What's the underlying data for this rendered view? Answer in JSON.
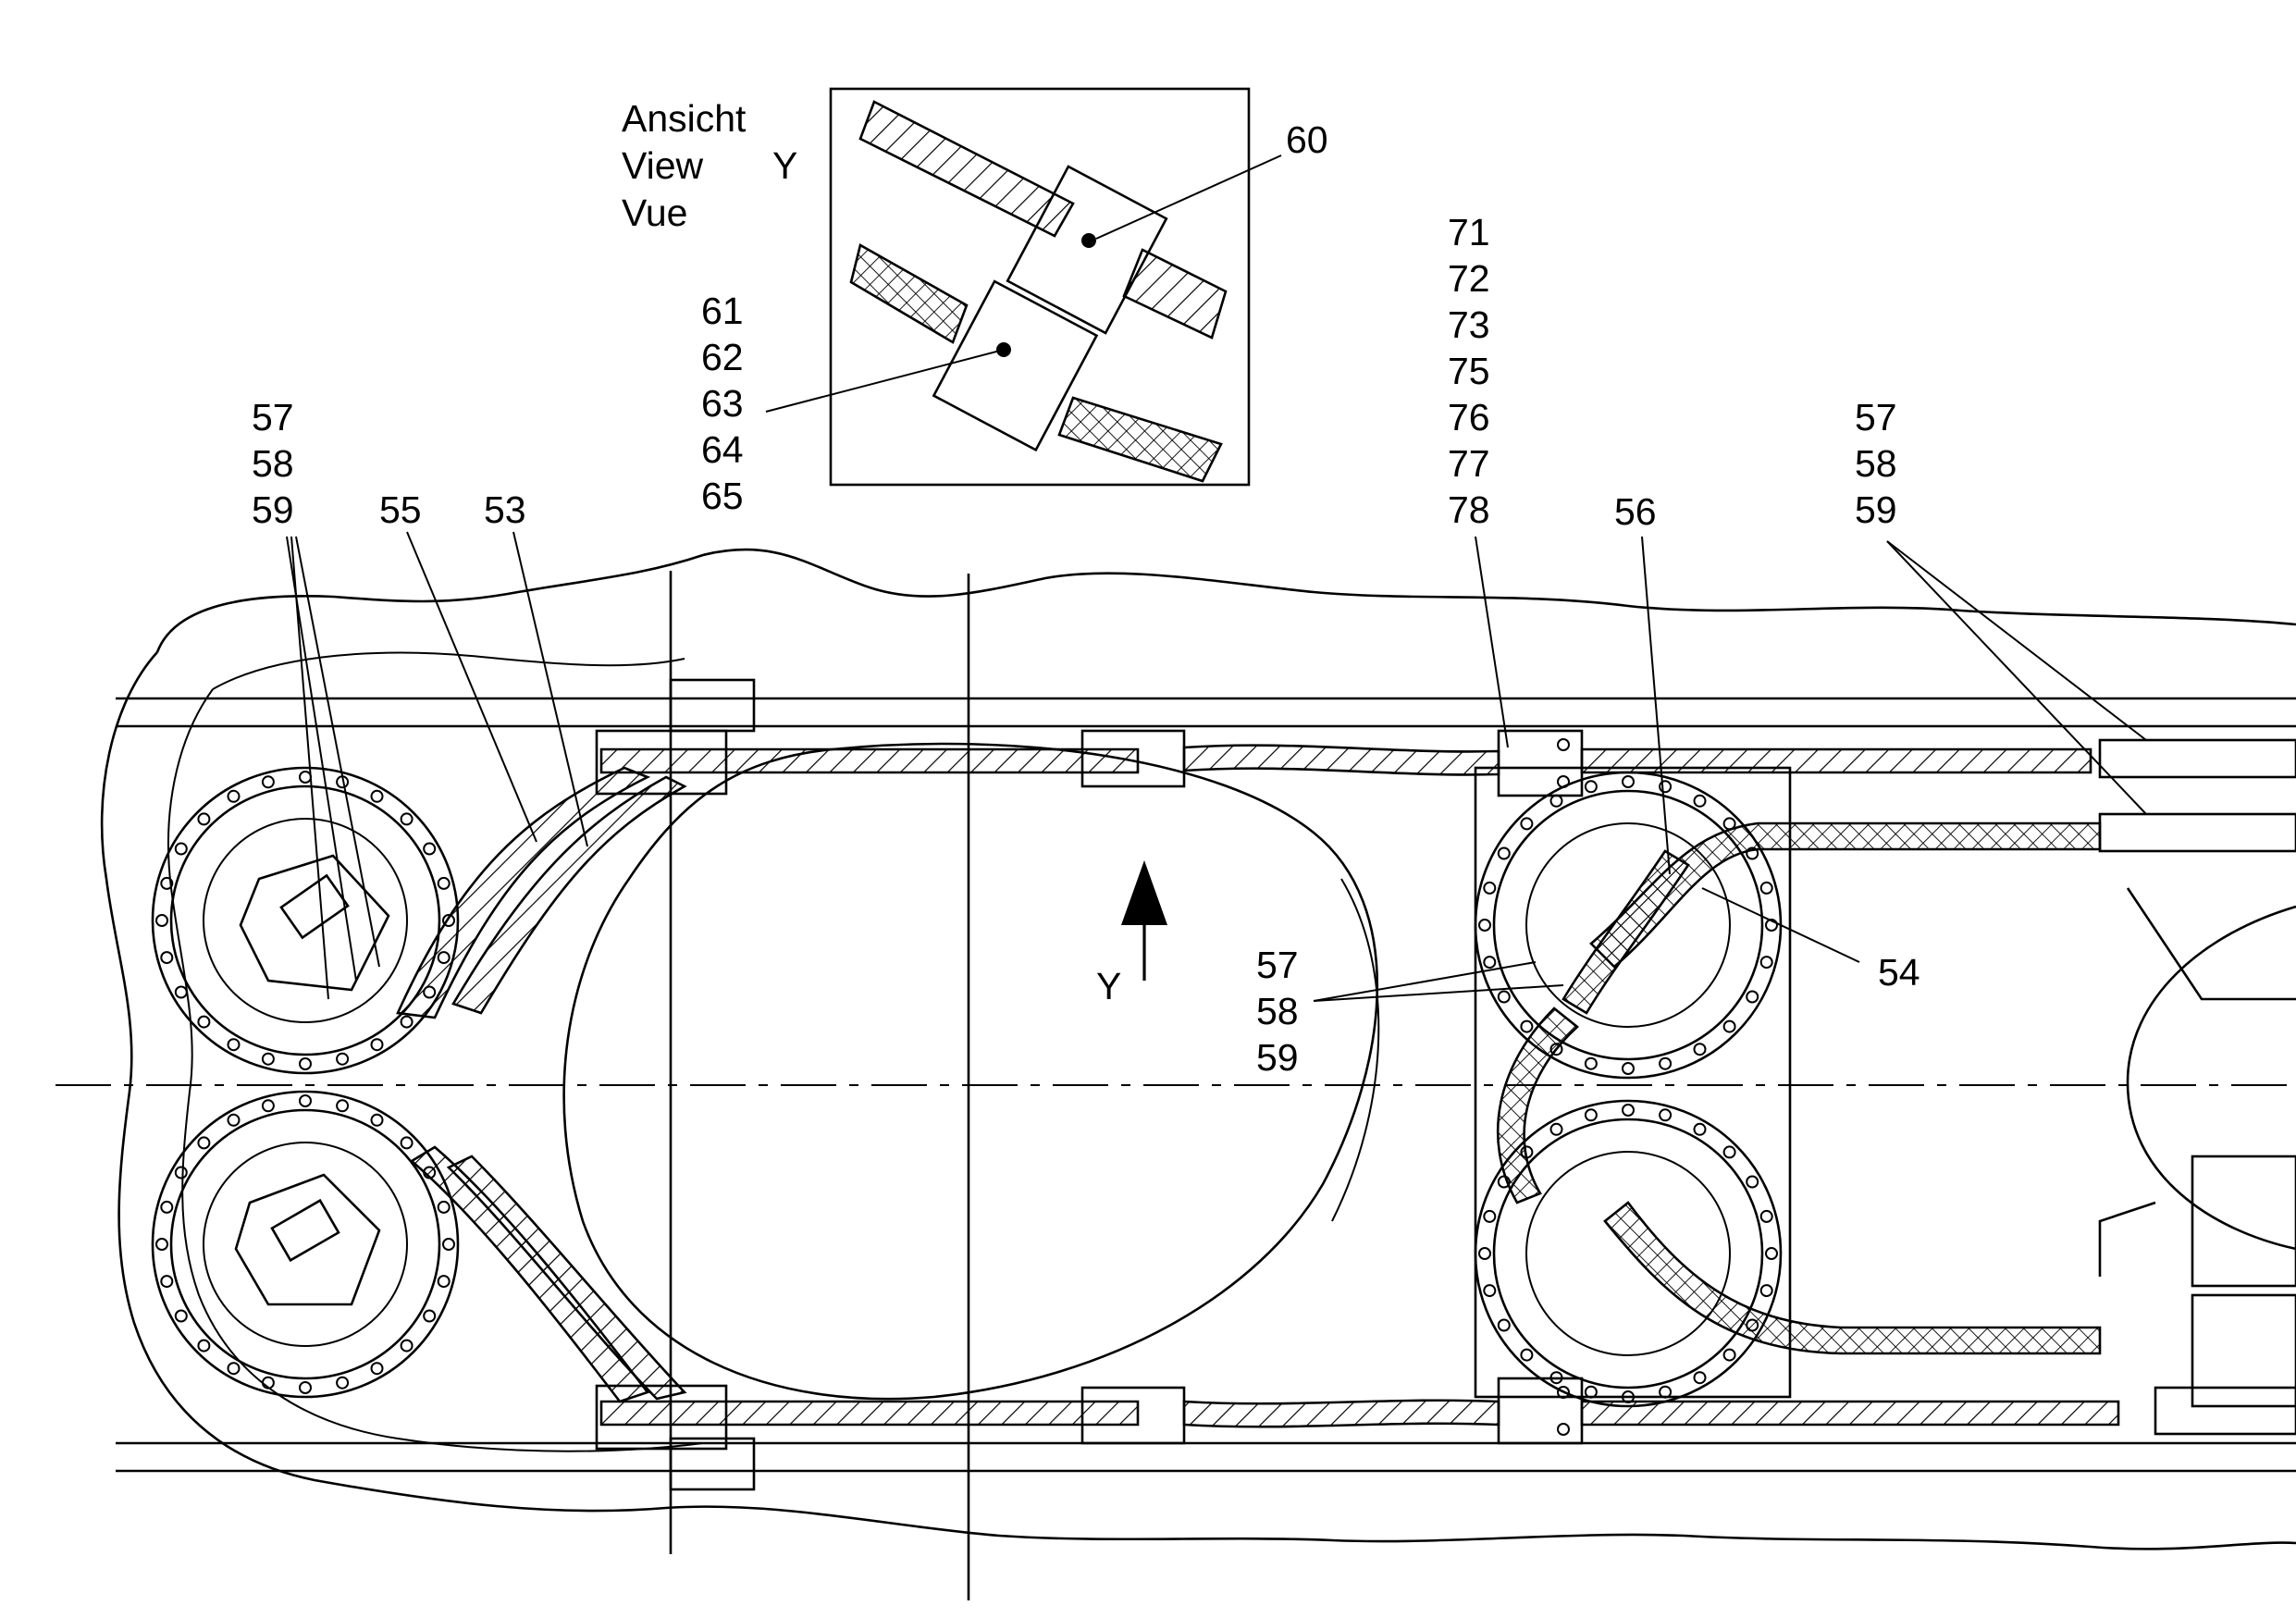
{
  "view_note": {
    "lines": [
      "Ansicht",
      "View",
      "Vue"
    ],
    "letter": "Y"
  },
  "arrow_letter": "Y",
  "labels": {
    "l60": "60",
    "inset_group": [
      "61",
      "62",
      "63",
      "64",
      "65"
    ],
    "mid_group": [
      "71",
      "72",
      "73",
      "75",
      "76",
      "77",
      "78"
    ],
    "left_group": [
      "57",
      "58",
      "59"
    ],
    "l55": "55",
    "l53": "53",
    "l56": "56",
    "right_group": [
      "57",
      "58",
      "59"
    ],
    "center_group": [
      "57",
      "58",
      "59"
    ],
    "l54": "54"
  },
  "colors": {
    "line": "#000000",
    "background": "#ffffff"
  }
}
